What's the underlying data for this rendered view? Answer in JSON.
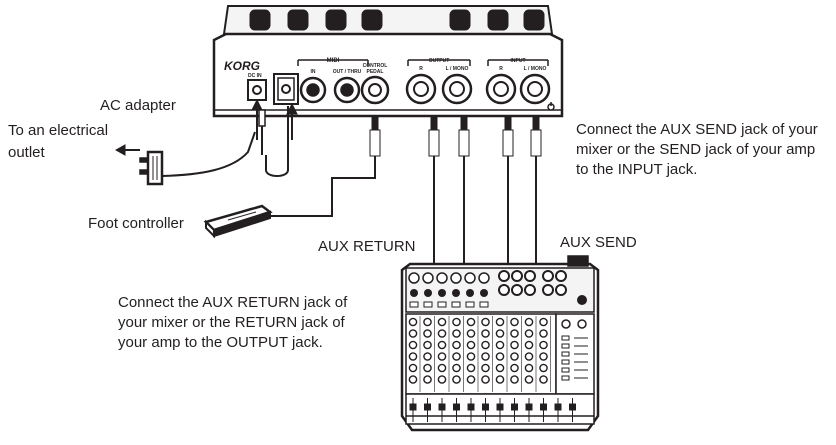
{
  "device": {
    "brand": "KORG",
    "jacks": {
      "dc_in": "DC IN",
      "midi_group": "MIDI",
      "midi_in": "IN",
      "midi_out_thru": "OUT / THRU",
      "control_pedal_line1": "CONTROL",
      "control_pedal_line2": "PEDAL",
      "output_group": "OUTPUT",
      "input_group": "INPUT",
      "output_r": "R",
      "output_l_mono": "L / MONO",
      "input_r": "R",
      "input_l_mono": "L / MONO"
    }
  },
  "labels": {
    "ac_adapter": "AC adapter",
    "electrical_line1": "To an electrical",
    "electrical_line2": "outlet",
    "foot_controller": "Foot controller",
    "aux_return": "AUX RETURN",
    "aux_send": "AUX SEND",
    "send_note": [
      "Connect the AUX SEND jack of your",
      "mixer or the SEND jack of your amp",
      "to the INPUT jack."
    ],
    "return_note": [
      "Connect the AUX RETURN jack of",
      "your mixer or the RETURN jack of",
      "your amp to the OUTPUT jack."
    ]
  },
  "colors": {
    "ink": "#231f20",
    "paper": "#ffffff",
    "panel": "#f4f4f4"
  }
}
